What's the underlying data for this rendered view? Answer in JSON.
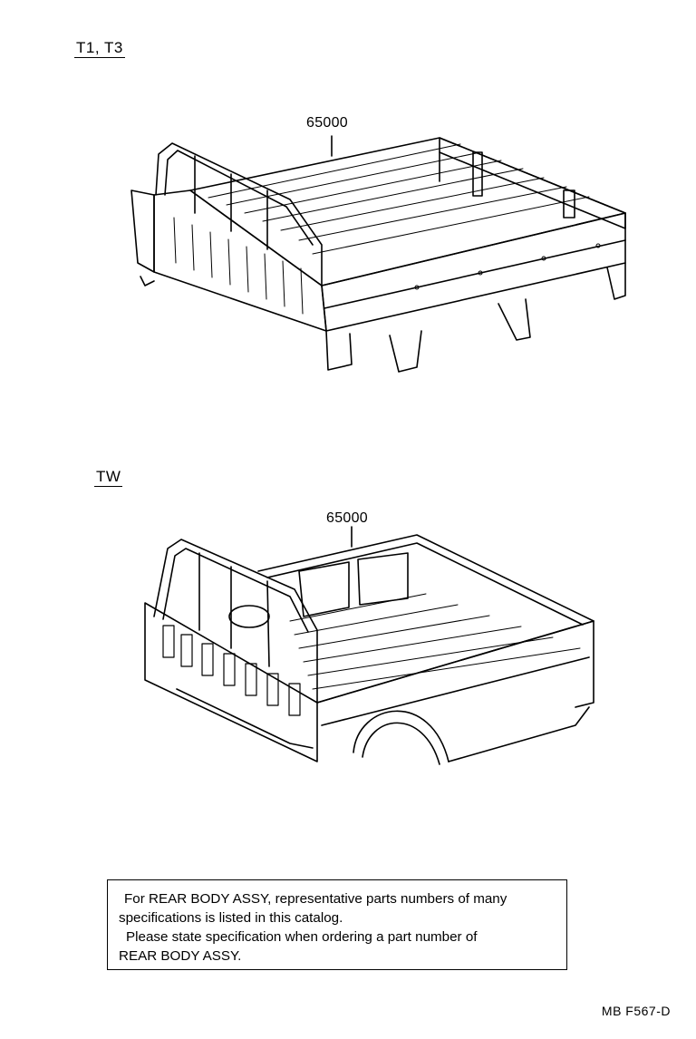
{
  "sections": [
    {
      "label": "T1, T3",
      "part_number": "65000",
      "illustration": "flatbed-rear-body-with-cab-guard"
    },
    {
      "label": "TW",
      "part_number": "65000",
      "illustration": "pickup-rear-body-with-roll-bar"
    }
  ],
  "note": {
    "lines": [
      "For REAR BODY ASSY, representative parts numbers of many",
      "specifications is listed in this catalog.",
      "Please state specification when ordering a part number of",
      "REAR BODY ASSY."
    ]
  },
  "reference_code": "MB F567-D"
}
